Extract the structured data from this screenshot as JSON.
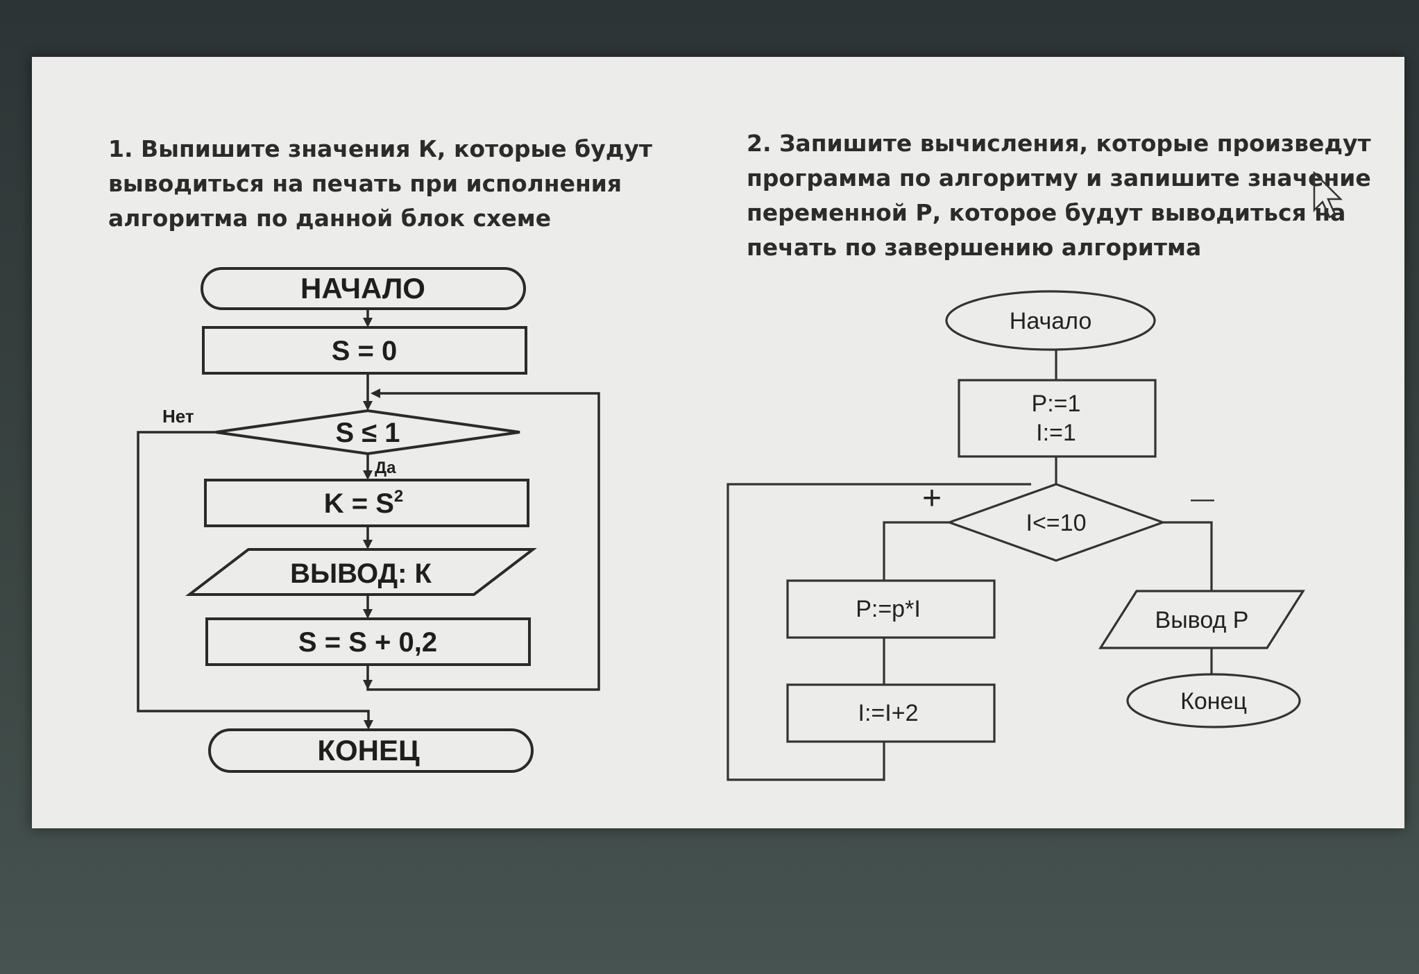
{
  "task1": {
    "lines": [
      "1. Выпишите значения К, которые будут",
      "выводиться на печать при исполнения",
      "алгоритма по данной блок схеме"
    ],
    "flow": {
      "start": "НАЧАЛО",
      "init": "S = 0",
      "condition": "S ≤ 1",
      "no_label": "Нет",
      "yes_label": "Да",
      "compute_base": "K = S",
      "compute_exp": "2",
      "output": "ВЫВОД: К",
      "increment": "S = S + 0,2",
      "end": "КОНЕЦ"
    }
  },
  "task2": {
    "lines": [
      "2. Запишите вычисления, которые произведут",
      "программа по алгоритму и запишите  значение",
      "переменной Р, которое будут выводиться на",
      "печать по завершению алгоритма"
    ],
    "flow": {
      "start": "Начало",
      "init_line1": "P:=1",
      "init_line2": "I:=1",
      "condition": "I<=10",
      "plus_label": "+",
      "minus_label": "—",
      "multiply": "P:=p*I",
      "increment": "I:=I+2",
      "output": "Вывод Р",
      "end": "Конец"
    }
  }
}
